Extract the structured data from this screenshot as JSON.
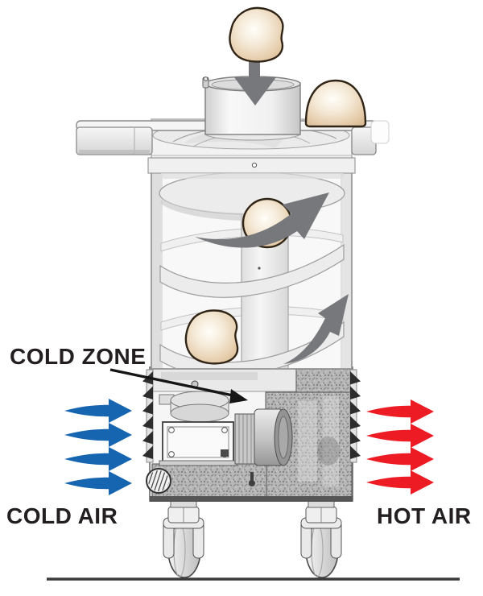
{
  "labels": {
    "cold_zone": "COLD ZONE",
    "cold_air": "COLD AIR",
    "hot_air": "HOT AIR"
  },
  "colors": {
    "cold_air_blue": "#1565b1",
    "hot_air_red": "#ec1b24",
    "flow_arrow_gray": "#77787b",
    "label_text": "#231f20",
    "annotation_line": "#161616",
    "dough_fill": "#e2c6a4",
    "dough_highlight": "#fffef9",
    "dough_outline": "#2f2415",
    "machine_outline": "#8a8a8a",
    "machine_fill_light": "#f4f4f4",
    "insulation_gray": "#b7b7b7",
    "ground_line": "#3b3b3b"
  },
  "airflow": {
    "cold_arrow_count": 4,
    "hot_arrow_count": 4,
    "direction": "right"
  }
}
